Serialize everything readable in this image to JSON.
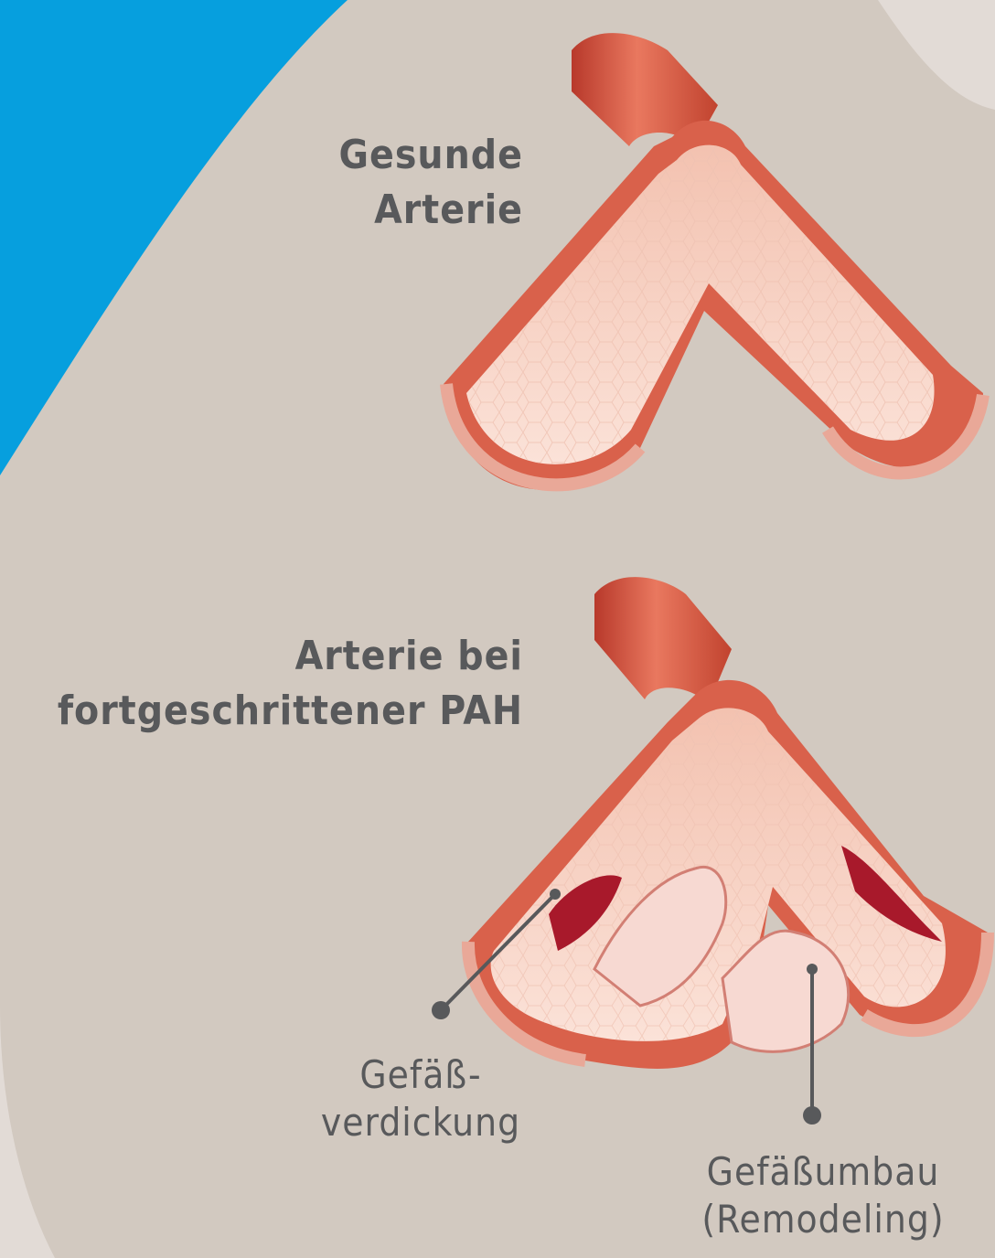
{
  "colors": {
    "background": "#d2c9c0",
    "blue_accent": "#069fde",
    "light_shape": "#e2dbd6",
    "text": "#58595b",
    "vessel_outer": "#d4553f",
    "vessel_inner": "#f4c8b8",
    "lesion": "#a8192b"
  },
  "illustrations": {
    "healthy_artery": "healthy-artery-illustration",
    "pah_artery": "pah-artery-illustration"
  },
  "labels": {
    "healthy_line1": "Gesunde",
    "healthy_line2": "Arterie",
    "pah_line1": "Arterie bei",
    "pah_line2": "fortgeschrittener PAH",
    "thickening_line1": "Gefäß-",
    "thickening_line2": "verdickung",
    "remodeling_line1": "Gefäßumbau",
    "remodeling_line2": "(Remodeling)"
  }
}
